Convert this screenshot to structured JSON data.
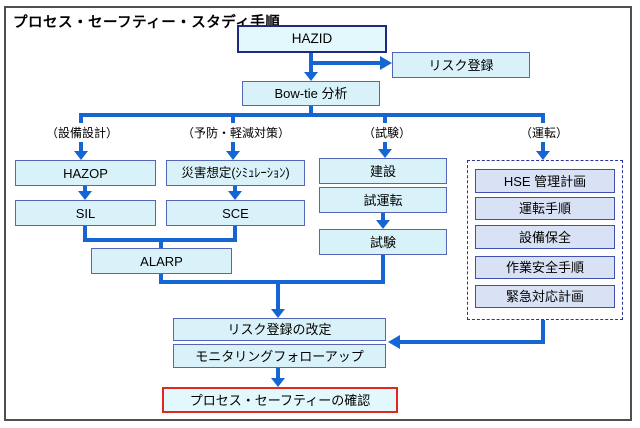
{
  "title": "プロセス・セーフティー・スタディ手順",
  "nodes": {
    "hazid": {
      "label": "HAZID"
    },
    "risk_register": {
      "label": "リスク登録"
    },
    "bowtie": {
      "label": "Bow-tie 分析"
    },
    "hazop": {
      "label": "HAZOP"
    },
    "saigai": {
      "label": "災害想定(ｼﾐｭﾚｰｼｮﾝ)"
    },
    "sil": {
      "label": "SIL"
    },
    "sce": {
      "label": "SCE"
    },
    "alarp": {
      "label": "ALARP"
    },
    "kensetsu": {
      "label": "建設"
    },
    "shiunten": {
      "label": "試運転"
    },
    "shiken": {
      "label": "試験"
    },
    "hse": {
      "label": "HSE 管理計画"
    },
    "unten_tejun": {
      "label": "運転手順"
    },
    "setsubi_hozen": {
      "label": "設備保全"
    },
    "sagyo_anzen": {
      "label": "作業安全手順"
    },
    "kinkyu_taio": {
      "label": "緊急対応計画"
    },
    "risk_kaitei": {
      "label": "リスク登録の改定"
    },
    "monitoring": {
      "label": "モニタリングフォローアップ"
    },
    "kakunin": {
      "label": "プロセス・セーフティーの確認"
    }
  },
  "branch_labels": {
    "design": "（設備設計）",
    "prevention": "（予防・軽減対策）",
    "test": "（試験）",
    "operation": "（運転）"
  },
  "colors": {
    "arrow_blue": "#1566d2",
    "box_fill_cyan": "#d9f2fa",
    "box_border_slate": "#5565b8",
    "hazid_border_navy": "#1f2a7e",
    "bright_cyan_fill": "#e2f8fd",
    "lavender_fill": "#d9e2f4",
    "lavender_border": "#3e50b2",
    "dashed_border_navy": "#2a33a0",
    "red_border": "#e02720",
    "frame_gray": "#4f4f4f"
  }
}
